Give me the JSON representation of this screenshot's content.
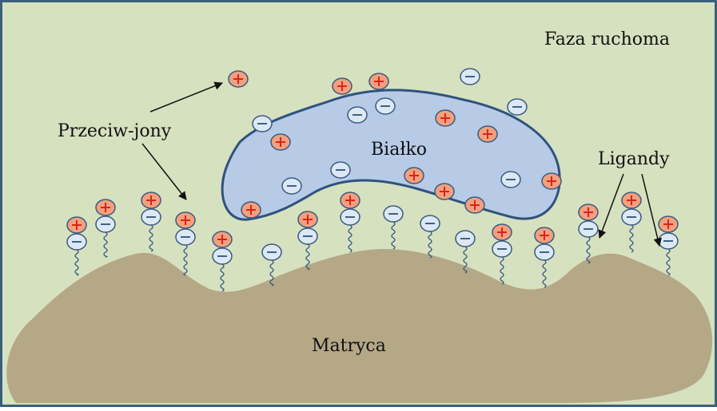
{
  "labels": {
    "mobile_phase": "Faza ruchoma",
    "counter_ions": "Przeciw-jony",
    "protein": "Białko",
    "ligands": "Ligandy",
    "matrix": "Matryca"
  },
  "colors": {
    "background": "#d6e1bf",
    "border": "#3a5f7d",
    "matrix": "#b5a886",
    "protein_fill": "#b7cbe6",
    "protein_stroke": "#2f527f",
    "positive_fill": "#f2a07e",
    "positive_sign": "#d9241b",
    "negative_fill": "#dce8f3",
    "negative_sign": "#3d6387",
    "ion_stroke": "#3a5a80"
  },
  "ion_signs": {
    "positive": "+",
    "negative": "−"
  }
}
